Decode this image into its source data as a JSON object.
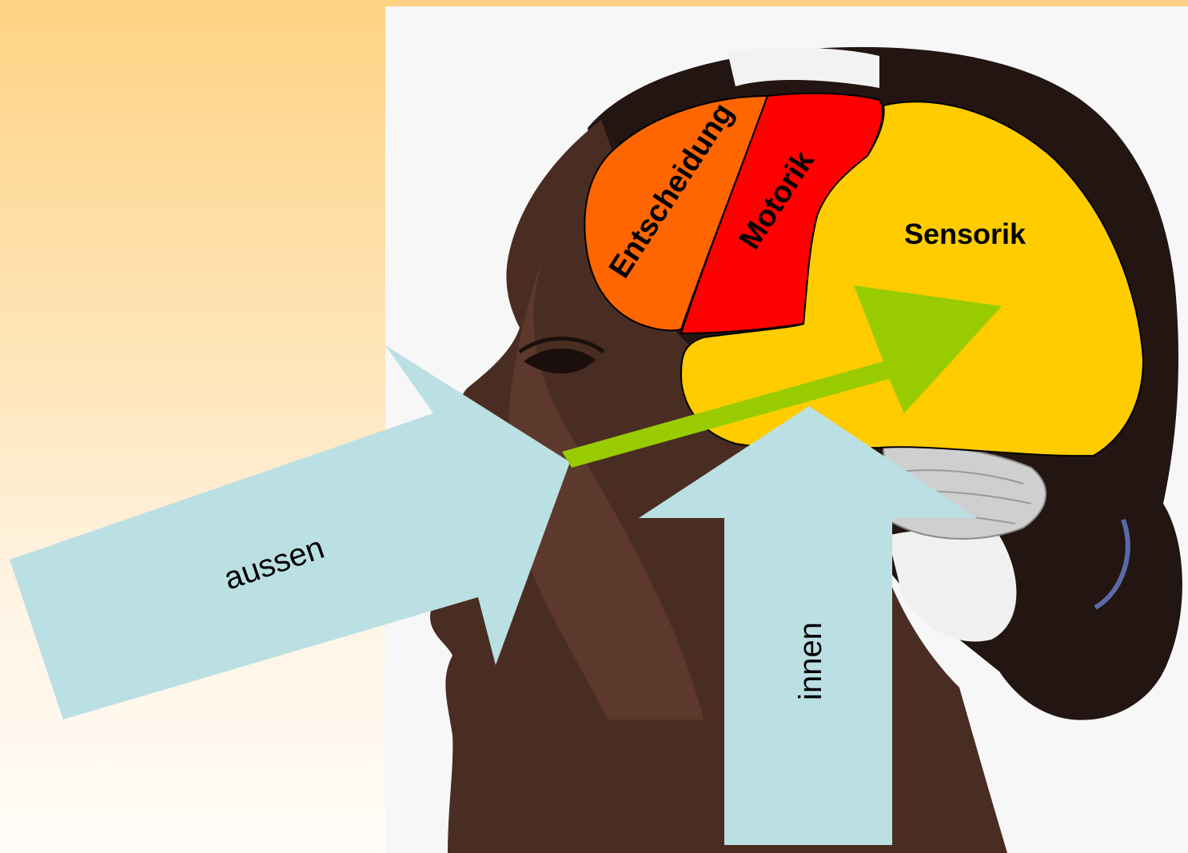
{
  "diagram": {
    "regions": {
      "decision": {
        "label": "Entscheidung",
        "color": "#ff6600"
      },
      "motor": {
        "label": "Motorik",
        "color": "#ff0000"
      },
      "sensory": {
        "label": "Sensorik",
        "color": "#ffcc00"
      }
    },
    "arrows": {
      "outside": {
        "label": "aussen",
        "color": "#bbe0e3"
      },
      "inside": {
        "label": "innen",
        "color": "#bbe0e3"
      },
      "signal": {
        "color": "#99cc00"
      }
    },
    "photo": {
      "background": "#f7f7f7",
      "skin": "#4a2d22",
      "hair": "#231512",
      "headband": "#f2f2f2"
    }
  }
}
